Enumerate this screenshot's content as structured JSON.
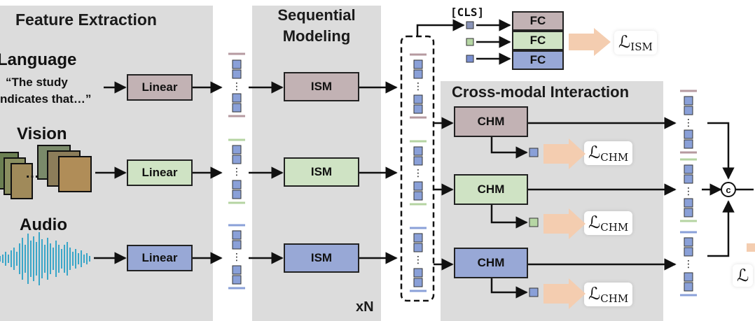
{
  "panels": {
    "feature_extraction": "Feature Extraction",
    "sequential_modeling_l1": "Sequential",
    "sequential_modeling_l2": "Modeling",
    "cross_modal": "Cross-modal Interaction",
    "repeat": "xN"
  },
  "modalities": {
    "language": "Language",
    "language_quote_l1": "“The study",
    "language_quote_l2": "ndicates that…”",
    "vision": "Vision",
    "audio": "Audio",
    "ellipsis": "…"
  },
  "blocks": {
    "linear": "Linear",
    "ism": "ISM",
    "chm": "CHM",
    "fc": "FC",
    "cls": "[CLS]",
    "concat": "c"
  },
  "losses": {
    "ism_main": "ℒ",
    "ism_sub": "ISM",
    "chm_main": "ℒ",
    "chm_sub": "CHM",
    "partial": "ℒ"
  },
  "colors": {
    "language": "#c2b2b4",
    "vision": "#cfe3c4",
    "audio": "#98a8d6",
    "panel": "#dcdcdc",
    "loss_arrow": "#f4cdb0"
  }
}
